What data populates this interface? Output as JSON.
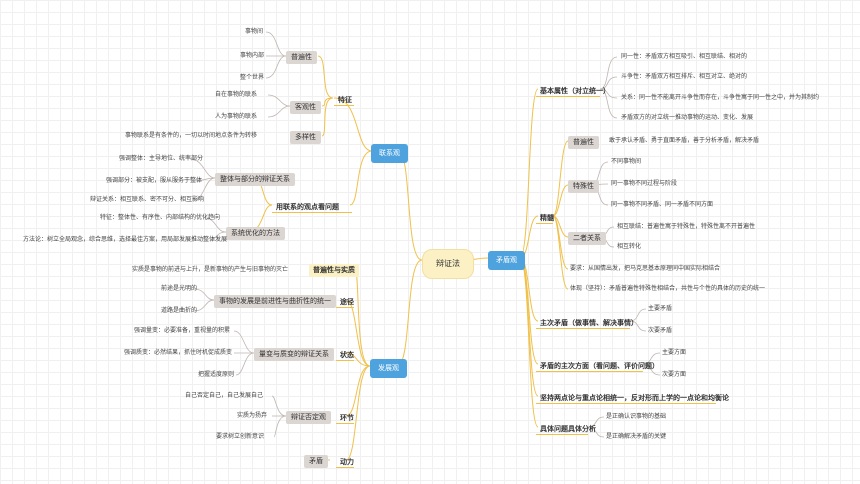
{
  "center": "辩证法",
  "lianxi": {
    "title": "联系观",
    "tezheng": {
      "label": "特征",
      "pubian": {
        "label": "普遍性",
        "items": [
          "事物间",
          "事物内部",
          "整个世界"
        ]
      },
      "keguan": {
        "label": "客观性",
        "items": [
          "自在事物的联系",
          "人为事物的联系"
        ]
      },
      "duoyang": {
        "label": "多样性",
        "items": [
          "事物联系是有条件的，一切以时间地点条件为转移"
        ]
      }
    },
    "guandian": {
      "label": "用联系的观点看问题",
      "zhengti": {
        "label": "整体与部分的辩证关系",
        "items": [
          "强调整体：主导地位、统率部分",
          "强调部分：被支配，服从服务于整体",
          "辩证关系：相互联系、密不可分、相互影响"
        ]
      },
      "xitong": {
        "label": "系统优化的方法",
        "items": [
          "特征：整体性、有序性、内部结构的优化趋向",
          "方法论：树立全局观念，综合思维，选择最佳方案，用局部发展推动整体发展"
        ]
      }
    }
  },
  "fazhan": {
    "title": "发展观",
    "shizhi": {
      "label": "普遍性与实质",
      "item": "实质是事物的前进与上升，是新事物的产生与旧事物的灭亡"
    },
    "tujing": {
      "label": "途径",
      "relation": "事物的发展是前进性与曲折性的统一",
      "items": [
        "前途是光明的",
        "道路是曲折的"
      ]
    },
    "zhuangtai": {
      "label": "状态",
      "relation": "量变与质变的辩证关系",
      "items": [
        "强调量变：必要准备，重视量的积累",
        "强调质变：必然结果，抓住时机促成质变",
        "把握适度原则"
      ]
    },
    "huanjie": {
      "label": "环节",
      "relation": "辩证否定观",
      "items": [
        "自己否定自己，自己发展自己",
        "实质为扬弃",
        "要求树立创新意识"
      ]
    },
    "dongli": {
      "label": "动力",
      "relation": "矛盾"
    }
  },
  "maodun": {
    "title": "矛盾观",
    "jiben": {
      "label": "基本属性（对立统一）",
      "items": [
        "同一性：矛盾双方相互吸引、相互联结、相对的",
        "斗争性：矛盾双方相互排斥、相互对立、绝对的",
        "关系：同一性不能离开斗争性而存在，斗争性寓于同一性之中，并为其制约",
        "矛盾双方的对立统一推动事物的运动、变化、发展"
      ]
    },
    "jingsui": {
      "label": "精髓",
      "pubian": {
        "label": "普遍性",
        "item": "敢于承认矛盾、勇于直面矛盾，善于分析矛盾，解决矛盾"
      },
      "teshu": {
        "label": "特殊性",
        "items": [
          "不同事物间",
          "同一事物不同过程与阶段",
          "同一事物不同矛盾、同一矛盾不同方面"
        ]
      },
      "erzhe": {
        "label": "二者关系",
        "items": [
          "相互联结：普遍性寓于特殊性，特殊性离不开普遍性",
          "相互转化"
        ]
      },
      "yaoqiu": "要求：从国情出发，把马克思基本原理同中国实际相结合",
      "tixian": "体现（坚持）：矛盾普遍性特殊性相结合，共性与个性的具体的历史的统一"
    },
    "zhuyao": {
      "label": "主次矛盾（做事情、解决事情）",
      "items": [
        "主要矛盾",
        "次要矛盾"
      ]
    },
    "fangmian": {
      "label": "矛盾的主次方面（看问题、评价问题）",
      "items": [
        "主要方面",
        "次要方面"
      ]
    },
    "liangdian": {
      "label": "坚持两点论与重点论相统一，反对形而上学的一点论和均衡论"
    },
    "juti": {
      "label": "具体问题具体分析",
      "items": [
        "是正确认识事物的基础",
        "是正确解决矛盾的关键"
      ]
    }
  }
}
